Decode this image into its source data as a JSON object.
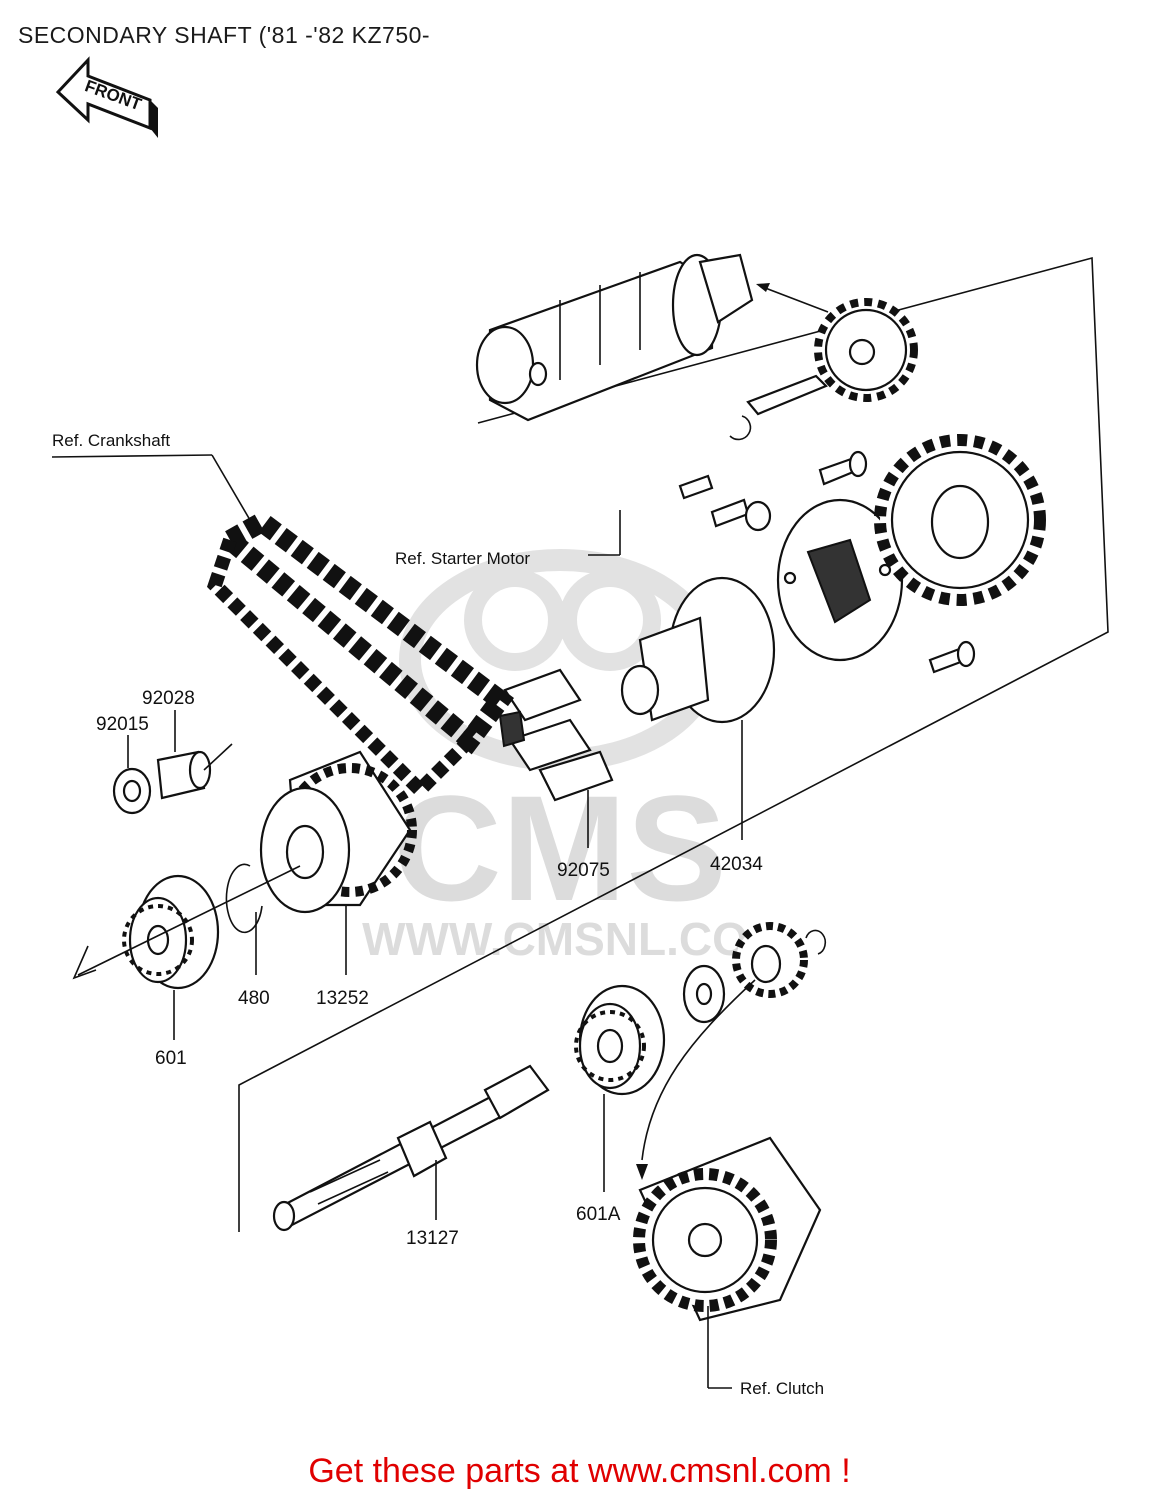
{
  "title": "SECONDARY SHAFT ('81 -'82 KZ750-",
  "front_badge": "FRONT",
  "refs": {
    "crankshaft": "Ref. Crankshaft",
    "starter_motor": "Ref. Starter Motor",
    "clutch": "Ref. Clutch"
  },
  "parts": {
    "p92028": "92028",
    "p92015": "92015",
    "p42034": "42034",
    "p92075": "92075",
    "p601": "601",
    "p480": "480",
    "p13252": "13252",
    "p601a": "601A",
    "p13127": "13127"
  },
  "watermark": {
    "brand": "CMS",
    "url": "WWW.CMSNL.CO"
  },
  "footer": "Get these parts at www.cmsnl.com !",
  "colors": {
    "footer": "#e00000",
    "watermark": "#dcdcdc",
    "ink": "#111111"
  }
}
